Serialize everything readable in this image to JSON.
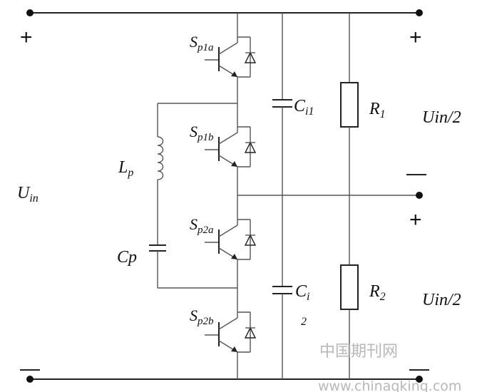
{
  "labels": {
    "uin": "U",
    "uin_sub": "in",
    "uin_half_top": "Uin/2",
    "uin_half_bottom": "Uin/2",
    "lp": "L",
    "lp_sub": "p",
    "cp": "Cp",
    "ci1": "C",
    "ci1_sub": "i1",
    "ci2": "C",
    "ci2_sub": "i",
    "ci2_extra": "2",
    "r1": "R",
    "r1_sub": "1",
    "r2": "R",
    "r2_sub": "2",
    "sp1a": "S",
    "sp1a_sub": "p1a",
    "sp1b": "S",
    "sp1b_sub": "p1b",
    "sp2a": "S",
    "sp2a_sub": "p2a",
    "sp2b": "S",
    "sp2b_sub": "p2b"
  },
  "symbols": {
    "plus": "+",
    "minus": "—"
  },
  "watermark": {
    "cn": "中国期刊网",
    "url": "www.chinaqking.com"
  }
}
